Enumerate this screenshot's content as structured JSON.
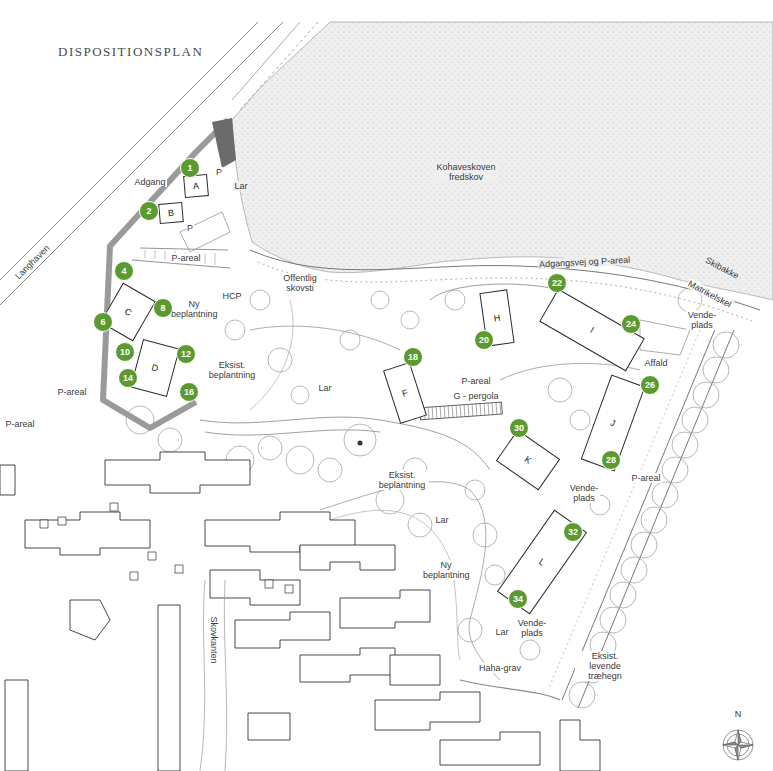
{
  "diagram": {
    "title": "DISPOSITIONSPLAN",
    "nodes": [
      {
        "text": [
          "A"
        ]
      },
      {
        "text": [
          "B"
        ]
      },
      {
        "text": [
          "C"
        ]
      },
      {
        "text": [
          "D"
        ]
      },
      {
        "text": [
          "F"
        ]
      },
      {
        "text": [
          "H"
        ]
      },
      {
        "text": [
          "I"
        ]
      },
      {
        "text": [
          "J"
        ]
      },
      {
        "text": [
          "K"
        ]
      },
      {
        "text": [
          "L"
        ]
      },
      {
        "text": [
          "1"
        ]
      },
      {
        "text": [
          "2"
        ]
      },
      {
        "text": [
          "4"
        ]
      },
      {
        "text": [
          "6"
        ]
      },
      {
        "text": [
          "8"
        ]
      },
      {
        "text": [
          "10"
        ]
      },
      {
        "text": [
          "12"
        ]
      },
      {
        "text": [
          "14"
        ]
      },
      {
        "text": [
          "16"
        ]
      },
      {
        "text": [
          "18"
        ]
      },
      {
        "text": [
          "20"
        ]
      },
      {
        "text": [
          "22"
        ]
      },
      {
        "text": [
          "24"
        ]
      },
      {
        "text": [
          "26"
        ]
      },
      {
        "text": [
          "28"
        ]
      },
      {
        "text": [
          "30"
        ]
      },
      {
        "text": [
          "32"
        ]
      },
      {
        "text": [
          "34"
        ]
      }
    ],
    "labels": [
      "Adgang",
      "P",
      "P",
      "Lar",
      "Kohaveskoven fredskov",
      "P-areal",
      "Ny beplantning",
      "HCP",
      "Offentlig skovsti",
      "Langhaven",
      "P-areal",
      "P-areal",
      "Eksist. beplantning",
      "Lar",
      "Adgangsvej og P-areal",
      "Skibakke",
      "Matrikelskel",
      "Vende- plads",
      "Affald",
      "P-areal",
      "G - pergola",
      "Eksist. beplantning",
      "Lar",
      "Vende- plads",
      "P-areal",
      "Ny beplantning",
      "Vende- plads",
      "Lar",
      "Haha-grav",
      "Eksist. levende træhegn",
      "Skovkanten",
      "N"
    ]
  }
}
